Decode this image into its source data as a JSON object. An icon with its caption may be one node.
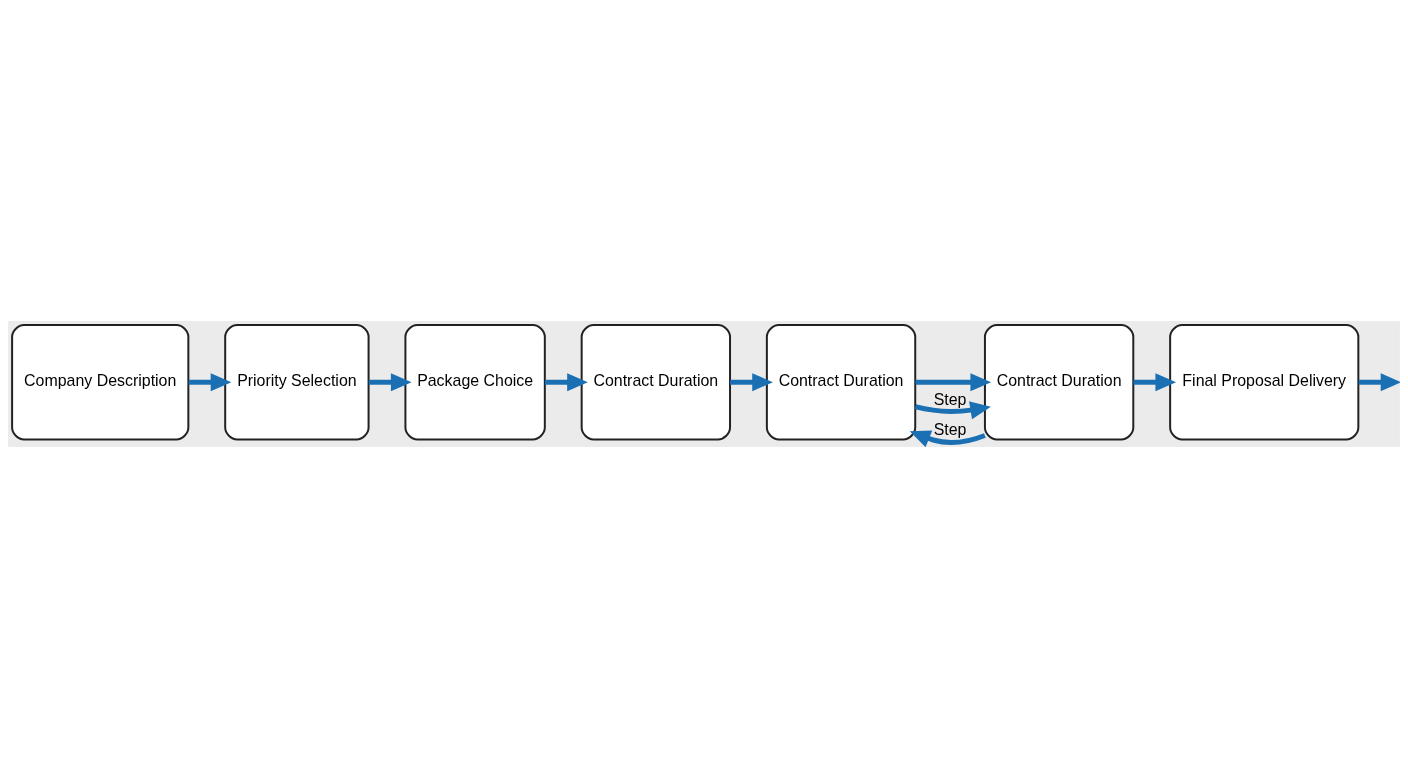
{
  "diagram": {
    "nodes": [
      {
        "text": [
          "Company Description"
        ]
      },
      {
        "text": [
          "Priority Selection"
        ]
      },
      {
        "text": [
          "Package Choice"
        ]
      },
      {
        "text": [
          "Contract Duration"
        ]
      },
      {
        "text": [
          "Contract Duration"
        ]
      },
      {
        "text": [
          "Contract Duration"
        ]
      },
      {
        "text": [
          "Final Proposal Delivery"
        ]
      }
    ],
    "edges": [
      {
        "from": 0,
        "to": 1,
        "arrow": "to"
      },
      {
        "from": 1,
        "to": 2,
        "arrow": "to"
      },
      {
        "from": 2,
        "to": 3,
        "arrow": "to"
      },
      {
        "from": 3,
        "to": 4,
        "arrow": "to"
      },
      {
        "from": 4,
        "to": 5,
        "arrow": "to"
      },
      {
        "from": 4,
        "to": 5,
        "label": "Step",
        "arrow": "to"
      },
      {
        "from": 5,
        "to": 4,
        "label": "Step",
        "arrow": "to"
      },
      {
        "from": 5,
        "to": 6,
        "arrow": "to"
      },
      {
        "from": 6,
        "to": null,
        "arrow": "to"
      }
    ]
  }
}
